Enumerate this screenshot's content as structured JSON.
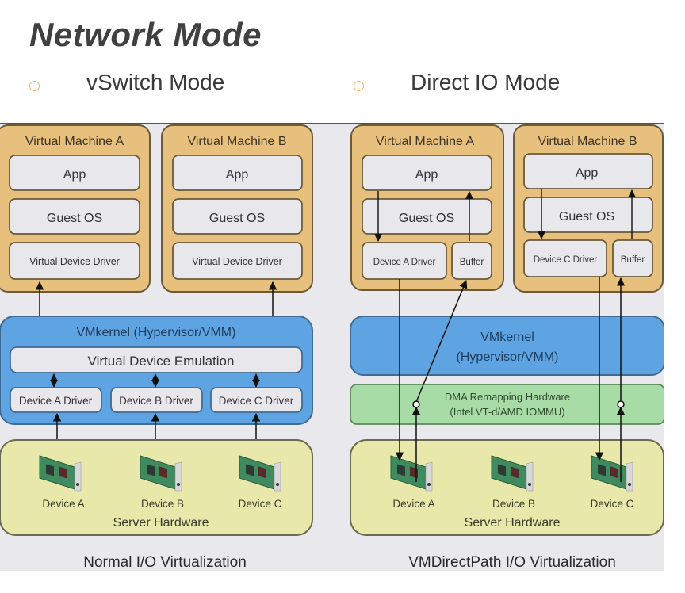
{
  "title": "Network Mode",
  "bullets": [
    {
      "label": "vSwitch Mode",
      "icon": "hollow-circle-bullet-icon"
    },
    {
      "label": "Direct IO Mode",
      "icon": "hollow-circle-bullet-icon"
    }
  ],
  "colors": {
    "vm": "#e8c07e",
    "layer": "#e8e8ec",
    "vmkernel": "#5ea4e2",
    "dma": "#a8dca6",
    "hardware": "#e8e8aa",
    "bullet": "#f5b36a",
    "text": "#333333"
  },
  "normal": {
    "vm_a": {
      "title": "Virtual Machine A",
      "app": "App",
      "os": "Guest OS",
      "driver": "Virtual Device Driver"
    },
    "vm_b": {
      "title": "Virtual Machine B",
      "app": "App",
      "os": "Guest OS",
      "driver": "Virtual Device Driver"
    },
    "vmkernel": "VMkernel (Hypervisor/VMM)",
    "emulation": "Virtual Device Emulation",
    "drivers": [
      "Device A Driver",
      "Device B Driver",
      "Device C Driver"
    ],
    "devices": [
      "Device A",
      "Device B",
      "Device C"
    ],
    "hardware": "Server Hardware",
    "caption": "Normal I/O Virtualization"
  },
  "direct": {
    "vm_a": {
      "title": "Virtual Machine A",
      "app": "App",
      "os": "Guest OS",
      "driver": "Device A Driver",
      "buffer": "Buffer"
    },
    "vm_b": {
      "title": "Virtual Machine B",
      "app": "App",
      "os": "Guest OS",
      "driver": "Device C Driver",
      "buffer": "Buffer"
    },
    "vmkernel_line1": "VMkernel",
    "vmkernel_line2": "(Hypervisor/VMM)",
    "dma_line1": "DMA Remapping Hardware",
    "dma_line2": "(Intel VT-d/AMD IOMMU)",
    "devices": [
      "Device A",
      "Device B",
      "Device C"
    ],
    "hardware": "Server Hardware",
    "caption": "VMDirectPath I/O Virtualization"
  }
}
